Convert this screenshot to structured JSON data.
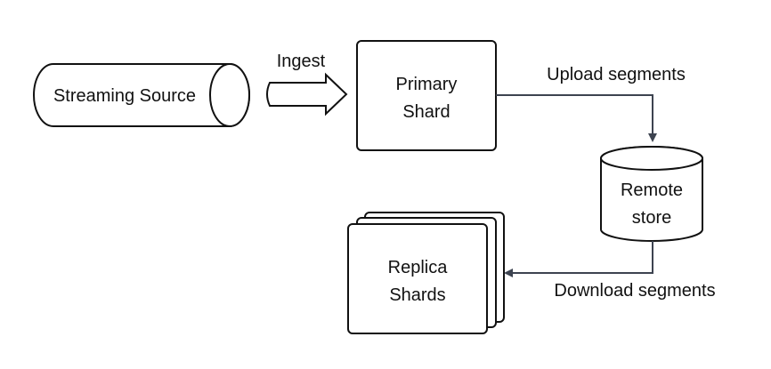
{
  "nodes": {
    "streaming_source": {
      "label": "Streaming Source"
    },
    "primary_shard": {
      "line1": "Primary",
      "line2": "Shard"
    },
    "remote_store": {
      "line1": "Remote",
      "line2": "store"
    },
    "replica_shards": {
      "line1": "Replica",
      "line2": "Shards"
    }
  },
  "edges": {
    "ingest": {
      "label": "Ingest"
    },
    "upload": {
      "label": "Upload segments"
    },
    "download": {
      "label": "Download segments"
    }
  },
  "colors": {
    "stroke": "#111111",
    "connector": "#3d4350",
    "fill": "#ffffff",
    "text": "#111111"
  }
}
